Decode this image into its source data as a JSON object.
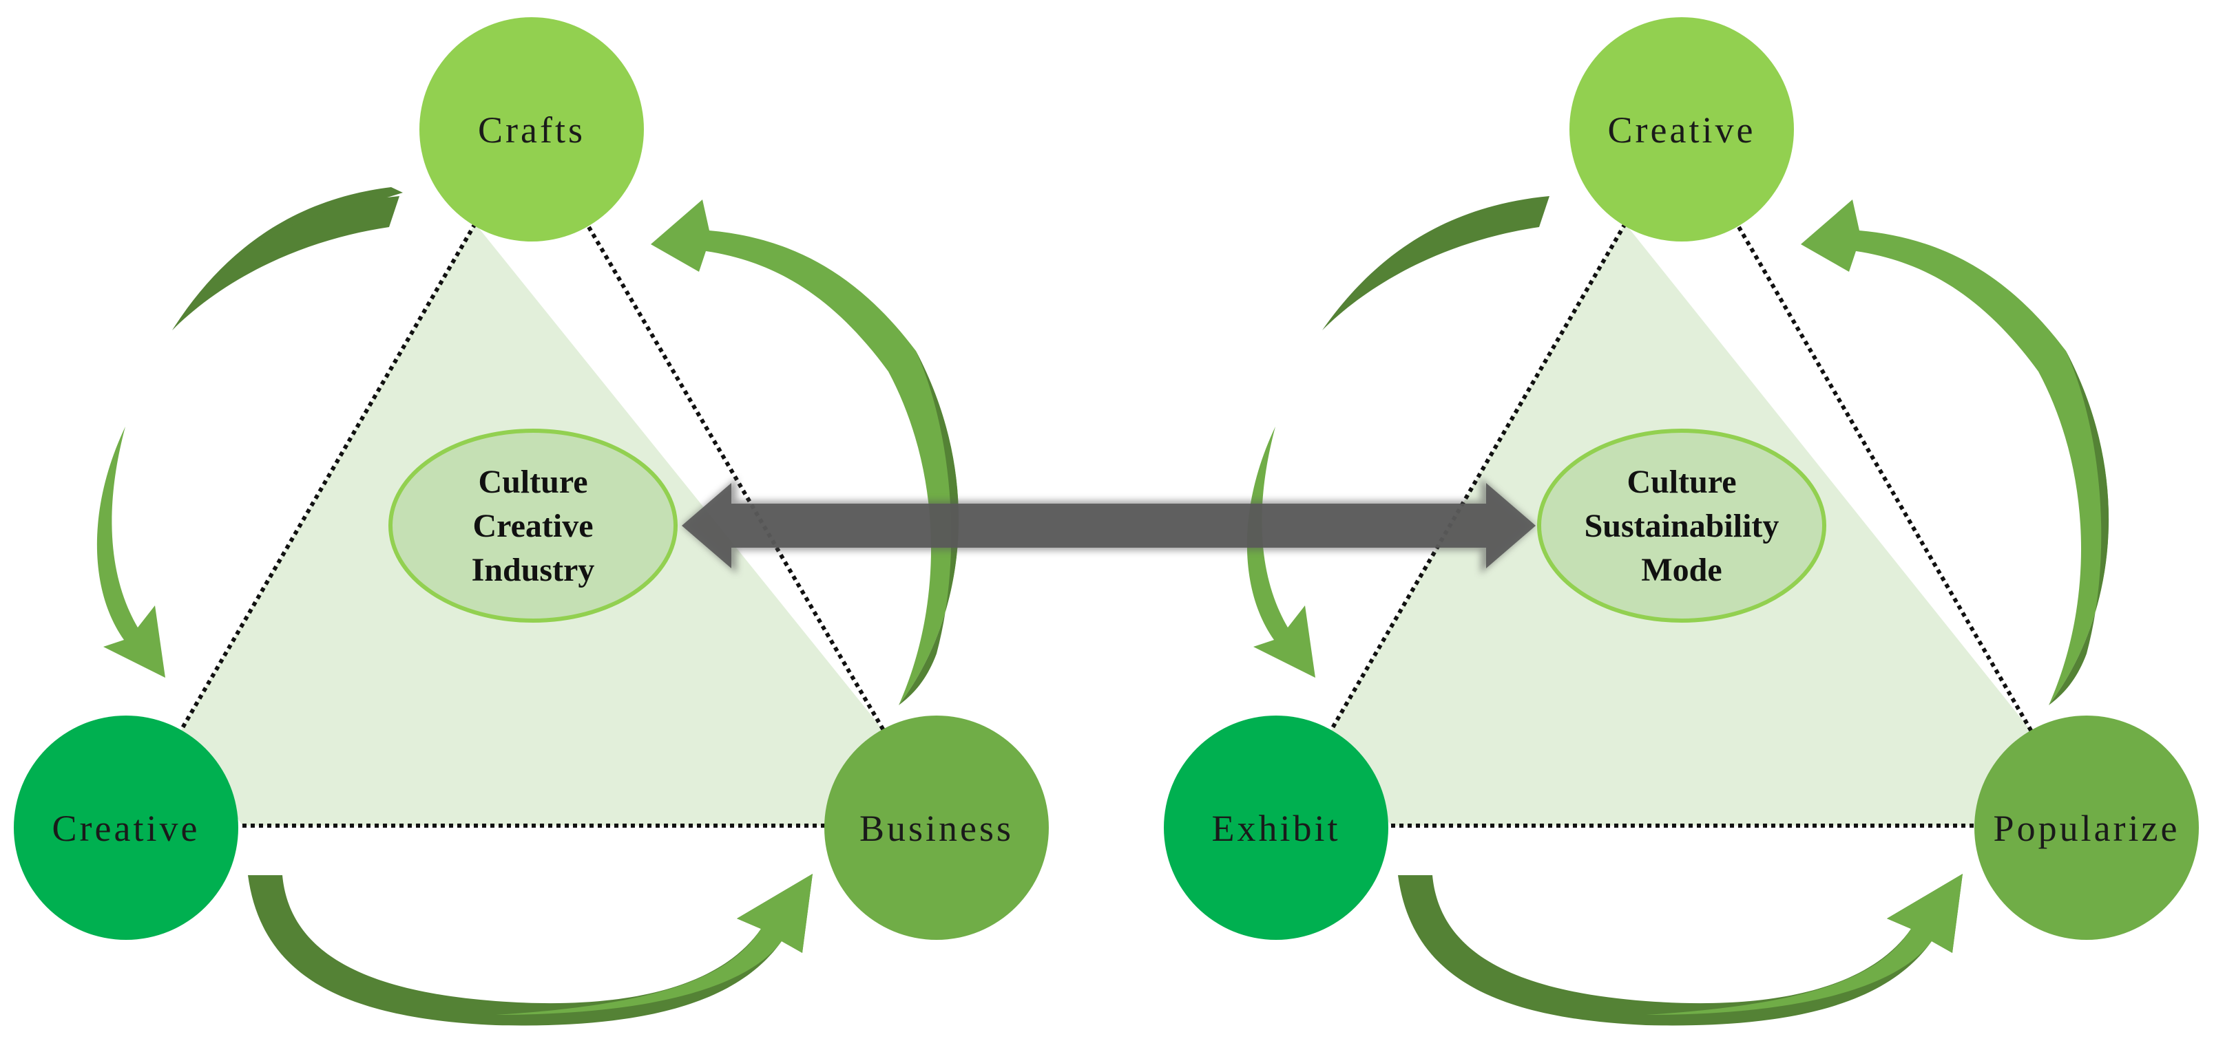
{
  "left_model": {
    "top_node": "Crafts",
    "left_node": "Creative",
    "right_node": "Business",
    "center_lines": [
      "Culture",
      "Creative",
      "Industry"
    ]
  },
  "right_model": {
    "top_node": "Creative",
    "left_node": "Exhibit",
    "right_node": "Popularize",
    "center_lines": [
      "Culture",
      "Sustainability",
      "Mode"
    ]
  },
  "colors": {
    "triangle_fill": "#e2efda",
    "top_node": "#92d050",
    "left_node": "#00b050",
    "right_node": "#70ad47",
    "center_fill": "#c5e0b4",
    "center_stroke": "#92d050",
    "arrow_light": "#70ad47",
    "arrow_dark": "#548235",
    "connector_arrow": "#595959",
    "edge_line": "#111111"
  },
  "icons": {
    "connector": "double-headed-arrow",
    "cycle": "curved-arrow"
  }
}
